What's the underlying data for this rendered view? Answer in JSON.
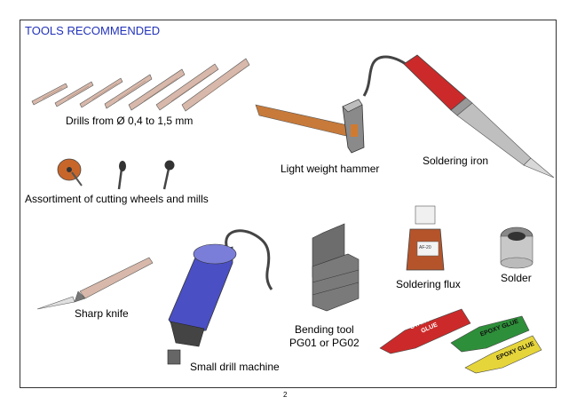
{
  "page": {
    "title": "TOOLS RECOMMENDED",
    "page_number": "2"
  },
  "tools": {
    "drills": "Drills from Ø 0,4 to 1,5 mm",
    "wheels": "Assortiment of cutting wheels and mills",
    "hammer": "Light weight hammer",
    "iron": "Soldering iron",
    "knife": "Sharp knife",
    "drill_machine": "Small drill machine",
    "bending_tool_line1": "Bending tool",
    "bending_tool_line2": "PG01 or PG02",
    "flux": "Soldering flux",
    "solder": "Solder"
  },
  "product_labels": {
    "flux_bottle": "AF-20",
    "cyanoacryl_line1": "CYANOACRYL",
    "cyanoacryl_line2": "GLUE",
    "epoxy1": "EPOXY GLUE",
    "epoxy2": "EPOXY GLUE"
  }
}
